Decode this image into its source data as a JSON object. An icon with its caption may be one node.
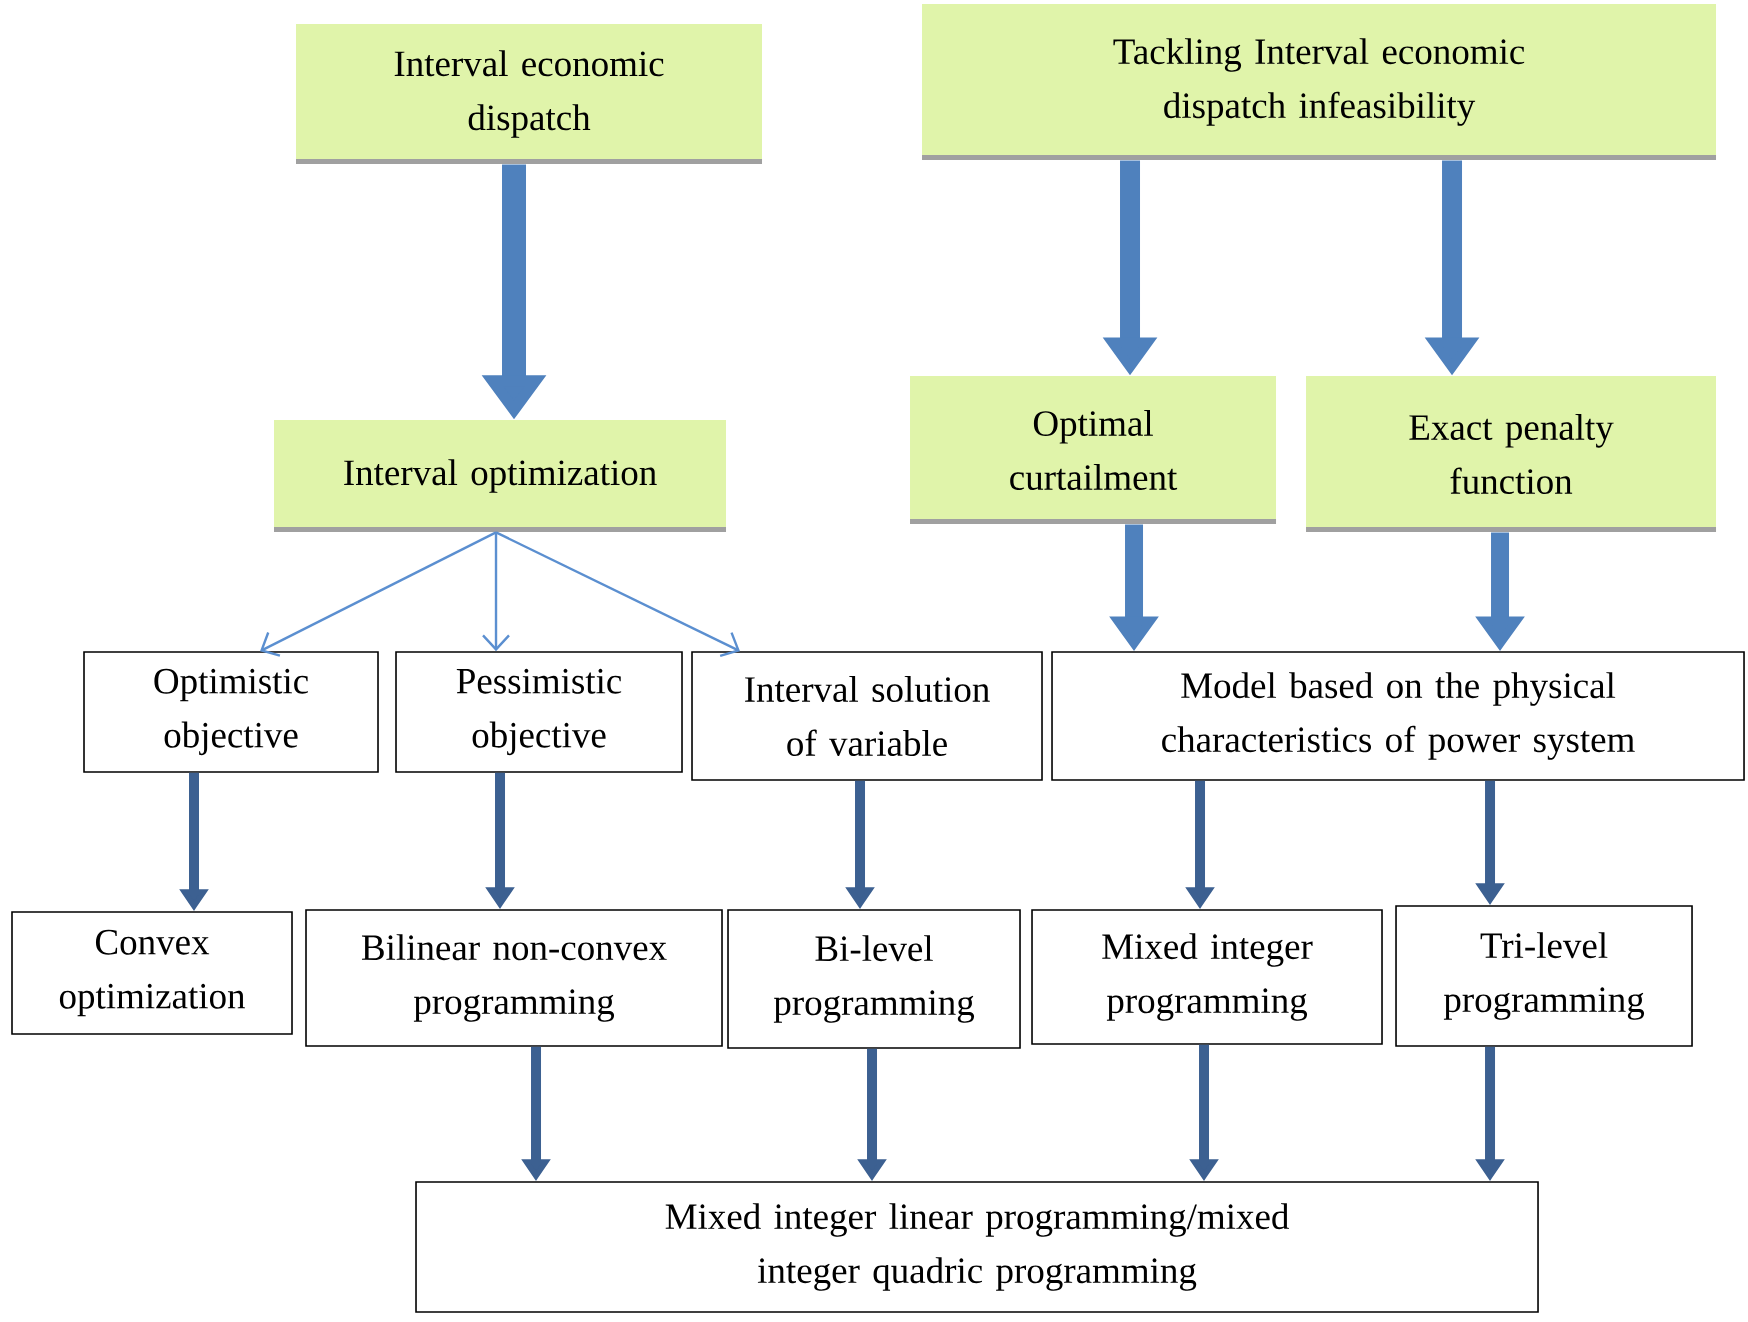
{
  "diagram": {
    "nodes": [
      {
        "text": [
          "Interval economic dispatch"
        ]
      },
      {
        "text": [
          "Tackling Interval economic dispatch infeasibility"
        ]
      },
      {
        "text": [
          "Interval optimization"
        ]
      },
      {
        "text": [
          "Optimal curtailment"
        ]
      },
      {
        "text": [
          "Exact penalty function"
        ]
      },
      {
        "text": [
          "Optimistic objective"
        ]
      },
      {
        "text": [
          "Pessimistic objective"
        ]
      },
      {
        "text": [
          "Interval solution of variable"
        ]
      },
      {
        "text": [
          "Model based on the physical characteristics of power system"
        ]
      },
      {
        "text": [
          "Convex optimization"
        ]
      },
      {
        "text": [
          "Bilinear non-convex programming"
        ]
      },
      {
        "text": [
          "Bi-level programming"
        ]
      },
      {
        "text": [
          "Mixed integer programming"
        ]
      },
      {
        "text": [
          "Tri-level programming"
        ]
      },
      {
        "text": [
          "Mixed integer linear programming/mixed integer quadric programming"
        ]
      }
    ],
    "edges": [
      {
        "from": 0,
        "to": 2,
        "arrow": "to",
        "style": "thick",
        "color": "#4f81bd"
      },
      {
        "from": 1,
        "to": 3,
        "arrow": "to",
        "style": "thick",
        "color": "#4f81bd"
      },
      {
        "from": 1,
        "to": 4,
        "arrow": "to",
        "style": "thick",
        "color": "#4f81bd"
      },
      {
        "from": 2,
        "to": 5,
        "arrow": "to",
        "color": "#5b8fd0"
      },
      {
        "from": 2,
        "to": 6,
        "arrow": "to",
        "color": "#5b8fd0"
      },
      {
        "from": 2,
        "to": 7,
        "arrow": "to",
        "color": "#5b8fd0"
      },
      {
        "from": 3,
        "to": 8,
        "arrow": "to",
        "style": "thick",
        "color": "#4f81bd"
      },
      {
        "from": 4,
        "to": 8,
        "arrow": "to",
        "style": "thick",
        "color": "#4f81bd"
      },
      {
        "from": 5,
        "to": 9,
        "arrow": "to"
      },
      {
        "from": 6,
        "to": 10,
        "arrow": "to"
      },
      {
        "from": 7,
        "to": 11,
        "arrow": "to"
      },
      {
        "from": 8,
        "to": 12,
        "arrow": "to"
      },
      {
        "from": 8,
        "to": 13,
        "arrow": "to"
      },
      {
        "from": 10,
        "to": 14,
        "arrow": "to"
      },
      {
        "from": 11,
        "to": 14,
        "arrow": "to"
      },
      {
        "from": 12,
        "to": 14,
        "arrow": "to"
      },
      {
        "from": 13,
        "to": 14,
        "arrow": "to"
      }
    ]
  }
}
